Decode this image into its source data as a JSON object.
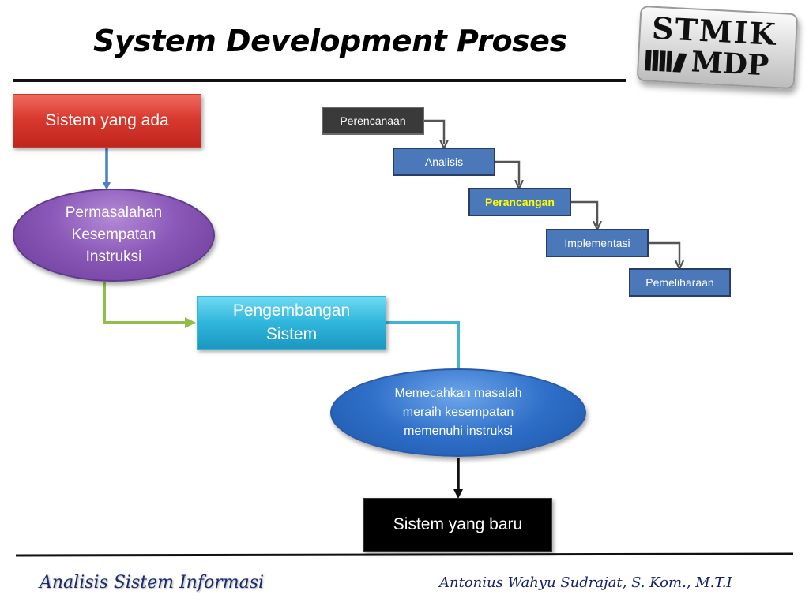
{
  "title": "System Development Proses",
  "logo": {
    "line1": "STMIK",
    "line2": "MDP"
  },
  "flow": {
    "existing_system": "Sistem yang ada",
    "problems": [
      "Permasalahan",
      "Kesempatan",
      "Instruksi"
    ],
    "development": [
      "Pengembangan",
      "Sistem"
    ],
    "outcomes": [
      "Memecahkan masalah",
      "meraih kesempatan",
      "memenuhi instruksi"
    ],
    "new_system": "Sistem yang baru"
  },
  "waterfall": {
    "steps": [
      "Perencanaan",
      "Analisis",
      "Perancangan",
      "Implementasi",
      "Pemeliharaan"
    ],
    "highlight_step": "Perancangan",
    "highlight_color": "#ffff00"
  },
  "footer": {
    "left": "Analisis  Sistem  Informasi",
    "right": "Antonius Wahyu Sudrajat, S. Kom., M.T.I"
  },
  "colors": {
    "red_box": "#d93a2f",
    "purple_ellipse": "#8a58b8",
    "cyan_box": "#2fb6dc",
    "blue_ellipse": "#2e6fc8",
    "black_box": "#000000",
    "step_blue": "#4b78b8",
    "step_dark": "#3a3a3a"
  }
}
